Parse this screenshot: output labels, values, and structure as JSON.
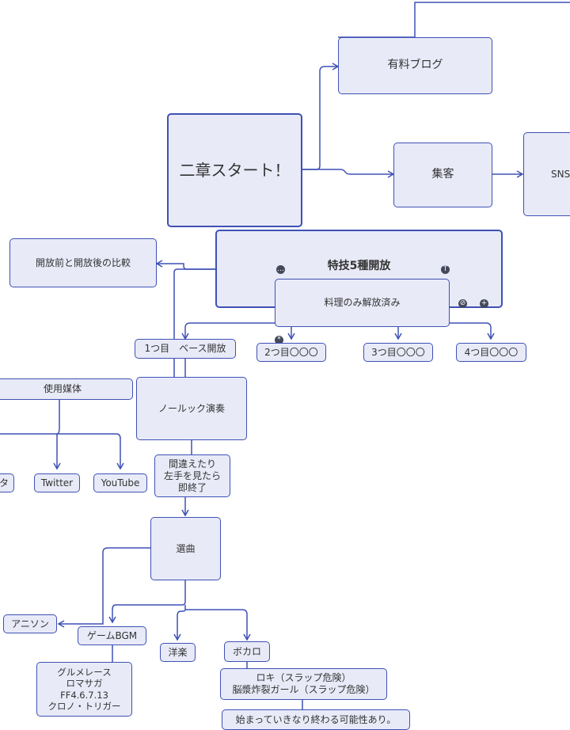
{
  "nodes": {
    "paid_blog": "有料ブログ",
    "start": "二章スタート！",
    "shukyaku": "集客",
    "sns": "SNS",
    "compare": "開放前と開放後の比較",
    "tokugi": "特技5種開放",
    "ryori": "料理のみ解放済み",
    "one": "1つ目　ベース開放",
    "two": "2つ目〇〇〇",
    "three": "3つ目〇〇〇",
    "four": "4つ目〇〇〇",
    "media": "使用媒体",
    "nolook": "ノールック演奏",
    "insta": "タ",
    "twitter": "Twitter",
    "youtube": "YouTube",
    "mistake": "間違えたり\n左手を見たら\n即終了",
    "senkyoku": "選曲",
    "anison": "アニソン",
    "gamebgm": "ゲームBGM",
    "yogaku": "洋楽",
    "vocaloid": "ボカロ",
    "games": "グルメレース\nロマサガ\nFF4.6.7.13\nクロノ・トリガー",
    "roki": "ロキ（スラップ危険）\n脳漿炸裂ガール（スラップ危険）",
    "hajimatte": "始まっていきなり終わる可能性あり。"
  },
  "colors": {
    "edge": "#3f51b5",
    "node_fill": "#e8eaf7",
    "node_border": "#3f51b5",
    "icon_fill": "#44485a"
  },
  "icons": [
    "ellipsis-icon",
    "t-icon",
    "slash-icon",
    "plus-icon",
    "asterisk-icon"
  ]
}
